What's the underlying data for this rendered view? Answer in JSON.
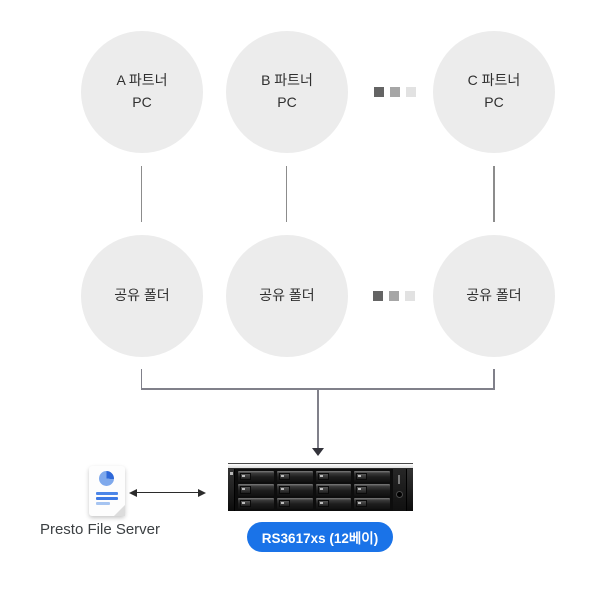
{
  "diagram": {
    "partners": {
      "a": {
        "line1": "A 파트너",
        "line2": "PC"
      },
      "b": {
        "line1": "B 파트너",
        "line2": "PC"
      },
      "c": {
        "line1": "C 파트너",
        "line2": "PC"
      }
    },
    "folders": {
      "a": "공유 폴더",
      "b": "공유 폴더",
      "c": "공유 폴더"
    },
    "presto": {
      "label": "Presto File Server"
    },
    "nas": {
      "badge": "RS3617xs (12베이)",
      "bays_per_column": 3,
      "bay_columns": 4
    },
    "colors": {
      "background": "#ffffff",
      "circle_fill": "#ececec",
      "circle_text": "#2f2f2f",
      "connector_line": "#8c8c8c",
      "bracket_line": "#80808a",
      "arrowhead": "#33333b",
      "badge_bg": "#1a73e8",
      "badge_text": "#ffffff",
      "doc_pie_dark": "#2e68d8",
      "doc_pie_light": "#7fa9ec",
      "dots": [
        "#646464",
        "#a6a6a6",
        "#e2e2e2"
      ]
    }
  }
}
